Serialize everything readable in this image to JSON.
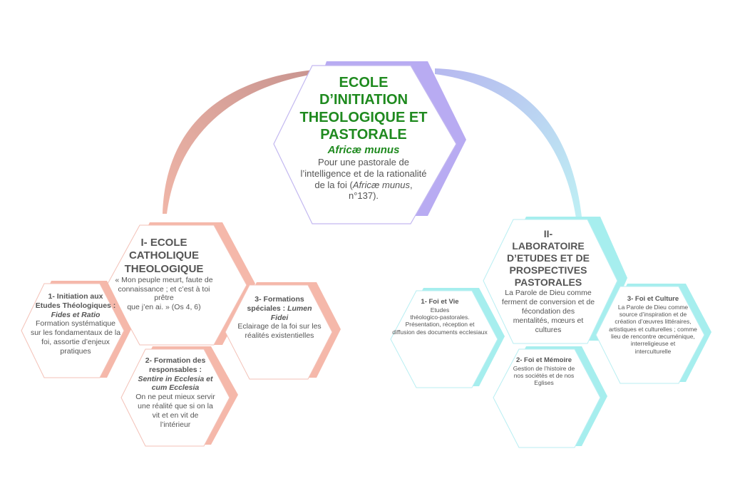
{
  "colors": {
    "center_accent": "#b8abf2",
    "left_accent": "#f5b8aa",
    "right_accent": "#a6eeee",
    "arc_left": "#d99a94",
    "arc_right": "#bfe7f6",
    "title_green": "#1f8a1f",
    "text_gray": "#555555"
  },
  "center": {
    "title": [
      "ECOLE",
      "D’INITIATION",
      "THEOLOGIQUE ET",
      "PASTORALE"
    ],
    "subtitle": "Africæ munus",
    "body_1": "Pour une pastorale de",
    "body_2": "l’intelligence et de la rationalité",
    "body_3_a": "de la foi (",
    "body_3_b": "Africæ munus",
    "body_3_c": ",",
    "body_4": "n°137)."
  },
  "section_1": {
    "main": {
      "title": [
        "I- ECOLE",
        "CATHOLIQUE",
        "THEOLOGIQUE"
      ],
      "body": [
        "« Mon peuple meurt, faute de",
        "connaissance ; et c’est à toi prêtre",
        "que j’en ai. » (Os 4, 6)"
      ]
    },
    "item_1": {
      "title": [
        "1- Initiation aux",
        "Etudes Théologiques :"
      ],
      "subtitle": "Fides et Ratio",
      "body": [
        "Formation systématique",
        "sur les fondamentaux de la",
        "foi, assortie d’enjeux",
        "pratiques"
      ]
    },
    "item_2": {
      "title": [
        "2- Formation des",
        "responsables :"
      ],
      "subtitle": [
        "Sentire in Ecclesia et",
        "cum Ecclesia"
      ],
      "body": [
        "On ne peut mieux servir",
        "une réalité que si on la",
        "vit et en vit de",
        "l’intérieur"
      ]
    },
    "item_3": {
      "title_a": "3- Formations",
      "title_b": "spéciales : ",
      "title_b_it": "Lumen",
      "title_c": "Fidei",
      "body": [
        "Eclairage de la foi sur les",
        "réalités existentielles"
      ]
    }
  },
  "section_2": {
    "main": {
      "title": [
        "II-",
        "LABORATOIRE",
        "D’ETUDES ET DE",
        "PROSPECTIVES",
        "PASTORALES"
      ],
      "body": [
        "La Parole de Dieu comme",
        "ferment de conversion et de",
        "fécondation des",
        "mentalités, mœurs et",
        "cultures"
      ]
    },
    "item_1": {
      "title": "1- Foi et Vie",
      "body": [
        "Etudes",
        "théologico-pastorales.",
        "Présentation, réception et",
        "diffusion des documents ecclesiaux"
      ]
    },
    "item_2": {
      "title": "2- Foi et Mémoire",
      "body": [
        "Gestion de l’histoire de",
        "nos sociétés et de nos",
        "Eglises"
      ]
    },
    "item_3": {
      "title": "3- Foi et  Culture",
      "body": [
        "La Parole de Dieu comme",
        "source d’inspiration et de",
        "création d’œuvres littéraires,",
        "artistiques et culturelles ; comme",
        "lieu de rencontre œcuménique,",
        "interreligieuse et",
        "interculturelle"
      ]
    }
  }
}
